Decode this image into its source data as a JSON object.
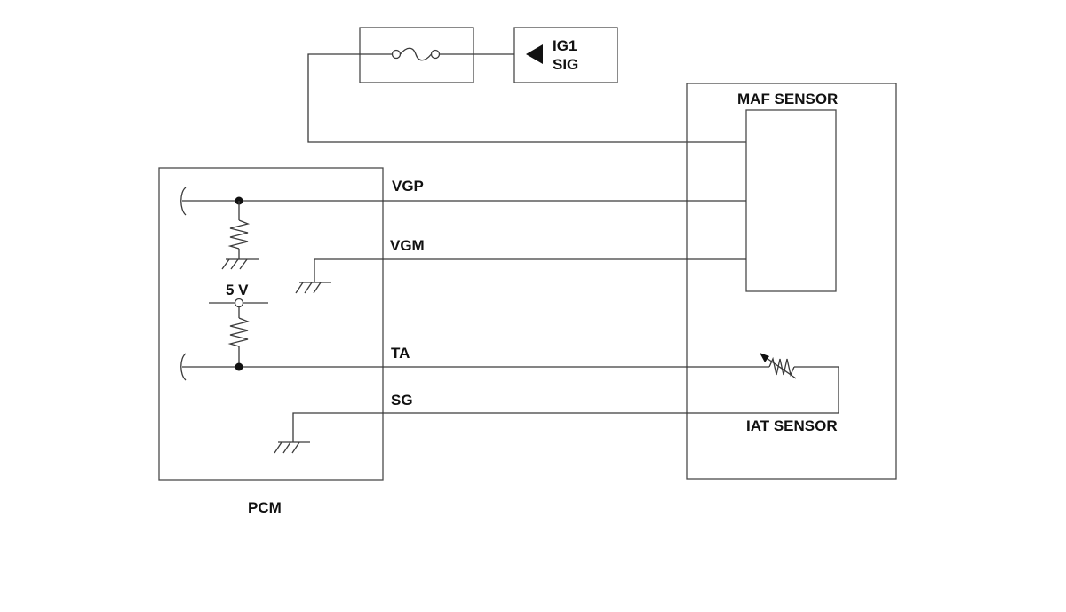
{
  "fuse_box": {
    "label_line1": "IG1",
    "label_line2": "SIG"
  },
  "maf_sensor": {
    "label": "MAF SENSOR"
  },
  "iat_sensor": {
    "label": "IAT SENSOR"
  },
  "pcm": {
    "label": "PCM",
    "supply_label": "5 V"
  },
  "signals": {
    "vgp": "VGP",
    "vgm": "VGM",
    "ta": "TA",
    "sg": "SG"
  },
  "colors": {
    "line": "#3a3a3a",
    "text": "#111111",
    "background": "#ffffff"
  },
  "icons": [
    "fuse-icon",
    "arrow-terminal-icon",
    "resistor-icon",
    "ground-icon",
    "thermistor-icon",
    "connector-curve-icon",
    "junction-dot-icon"
  ]
}
